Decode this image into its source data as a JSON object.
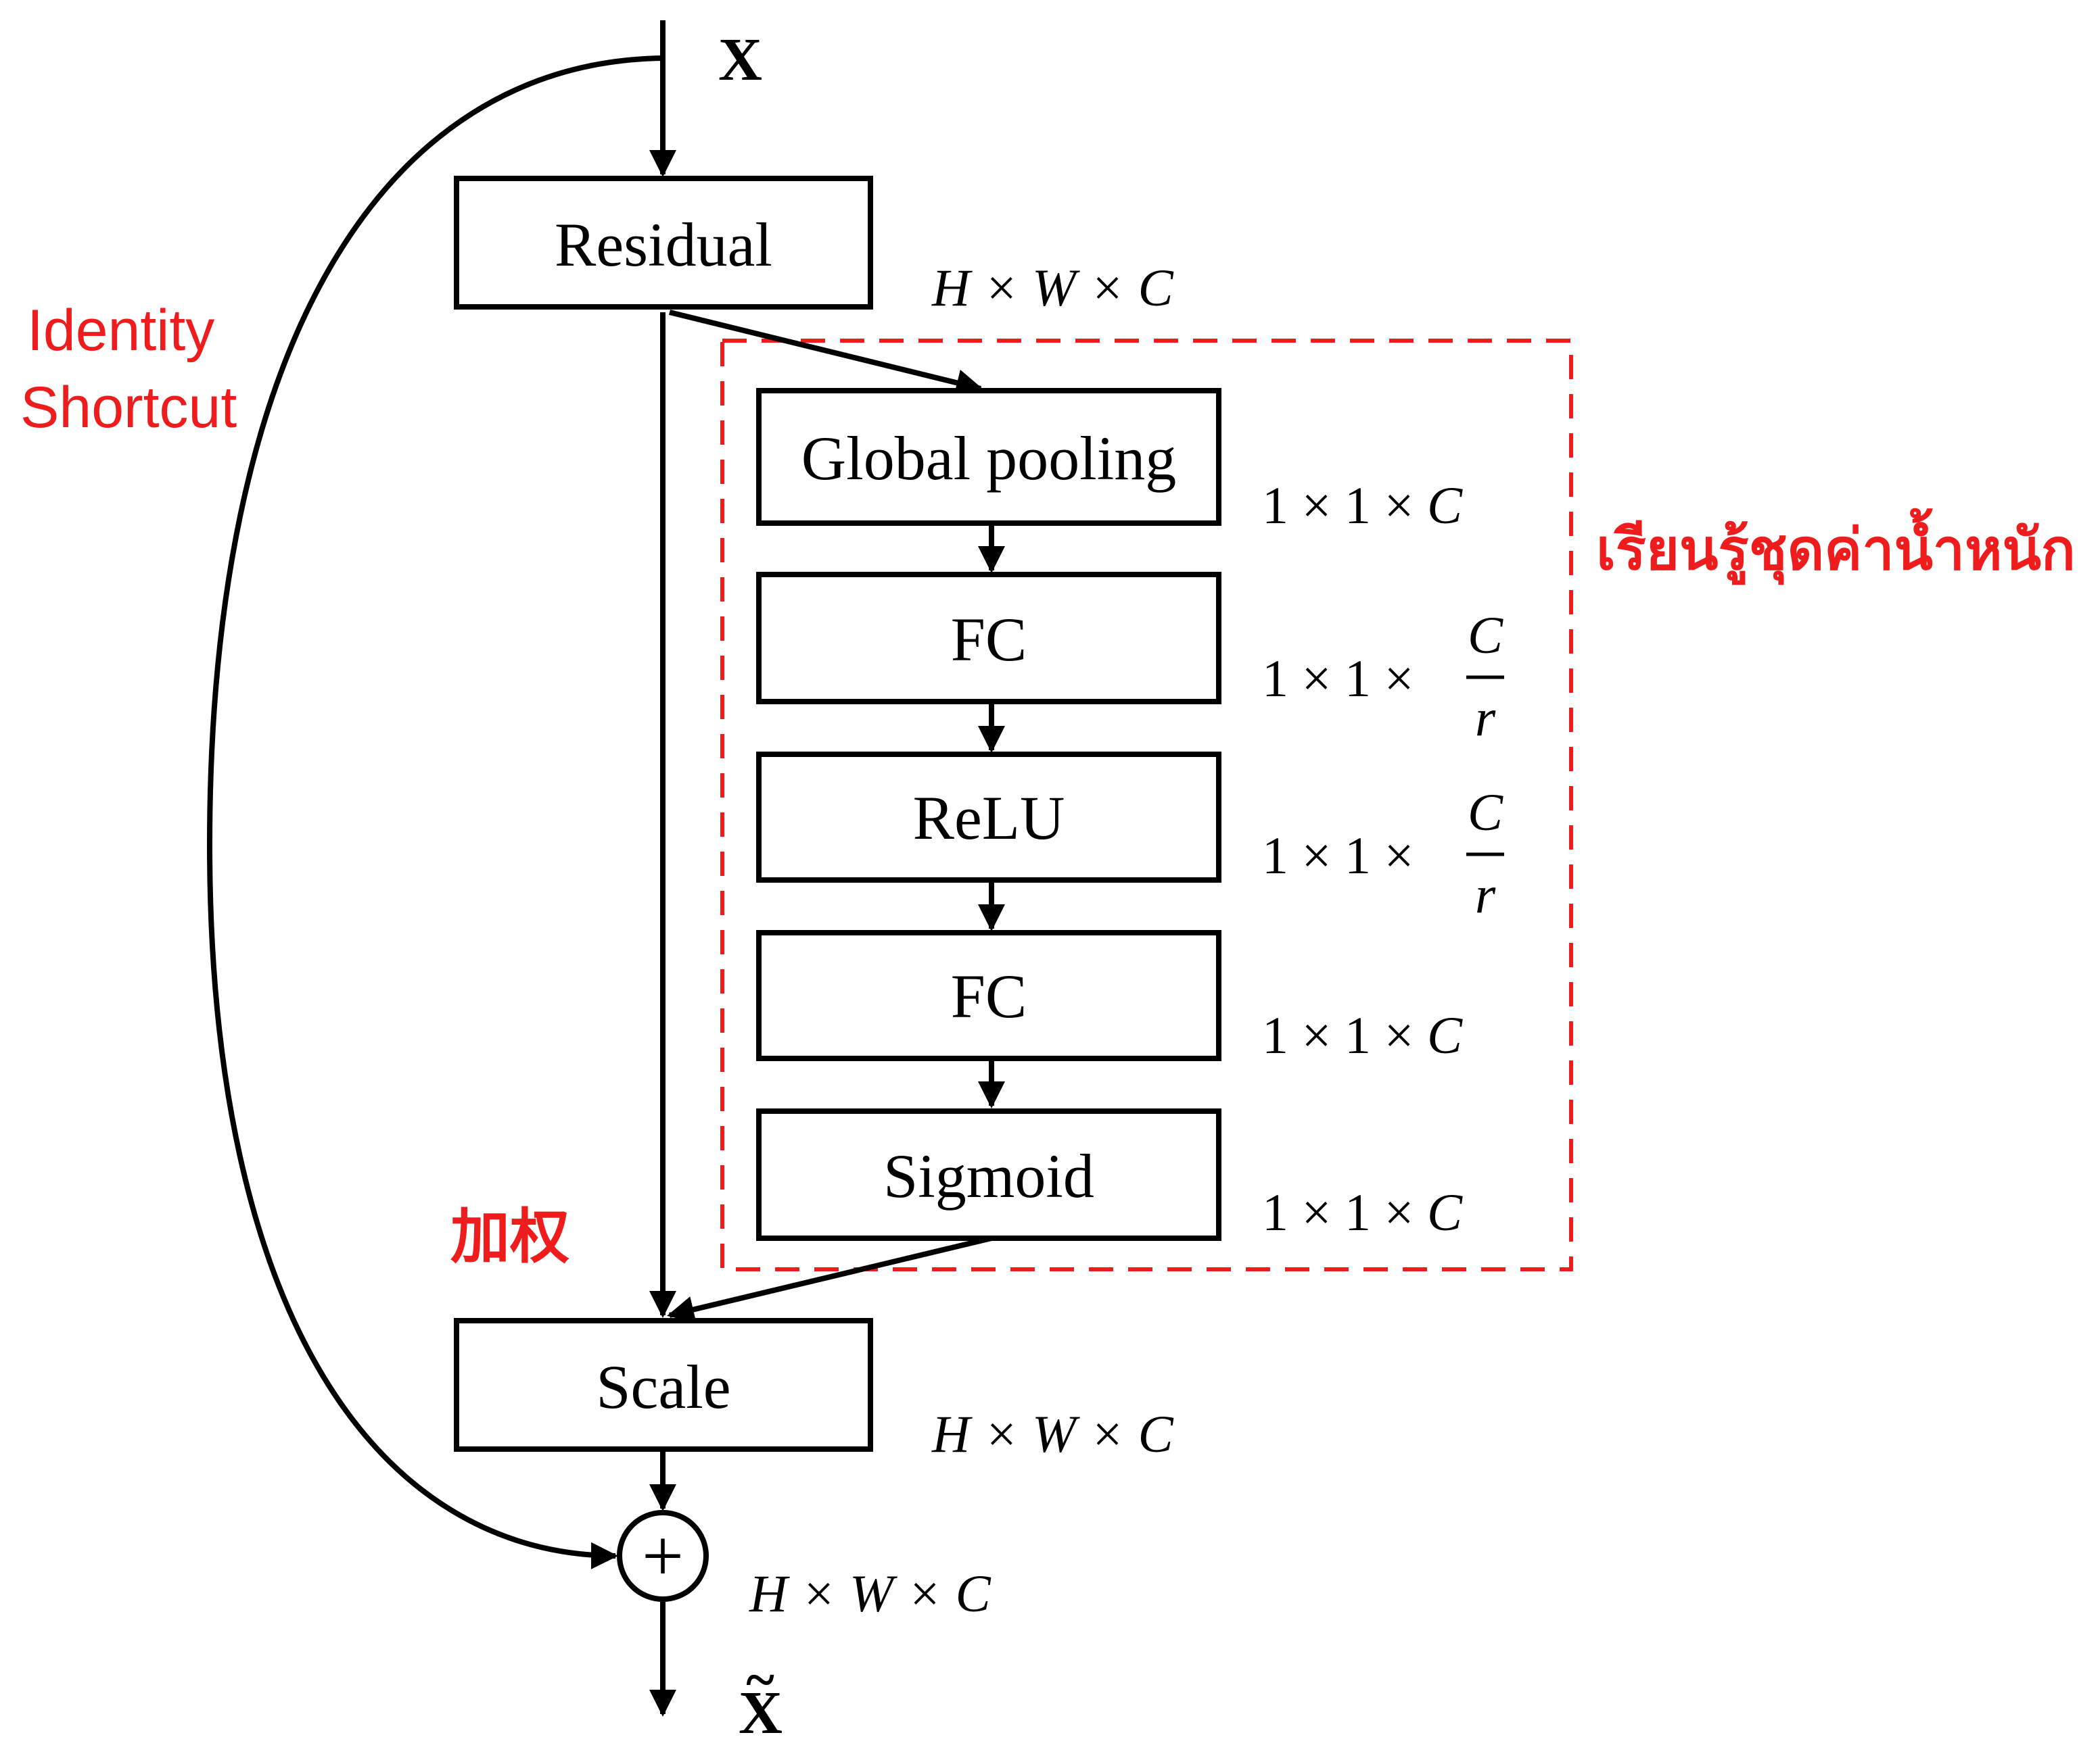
{
  "diagram": {
    "input_label": "X",
    "output_label": "X",
    "output_tilde": "~",
    "plus_symbol": "+",
    "blocks": {
      "residual": "Residual",
      "global_pooling": "Global pooling",
      "fc1": "FC",
      "relu": "ReLU",
      "fc2": "FC",
      "sigmoid": "Sigmoid",
      "scale": "Scale"
    },
    "dims": {
      "hwc": "H × W × C",
      "one_one": "1 × 1 × ",
      "c": "C",
      "c_over_r_num": "C",
      "c_over_r_den": "r"
    },
    "annotations": {
      "identity_line1": "Identity",
      "identity_line2": "Shortcut",
      "learn_weights": "เรียนรู้ชุดค่าน้ำหนัก",
      "weighting": "加权"
    },
    "colors": {
      "annotation": "#ee1c1c",
      "lines": "#000000"
    }
  }
}
